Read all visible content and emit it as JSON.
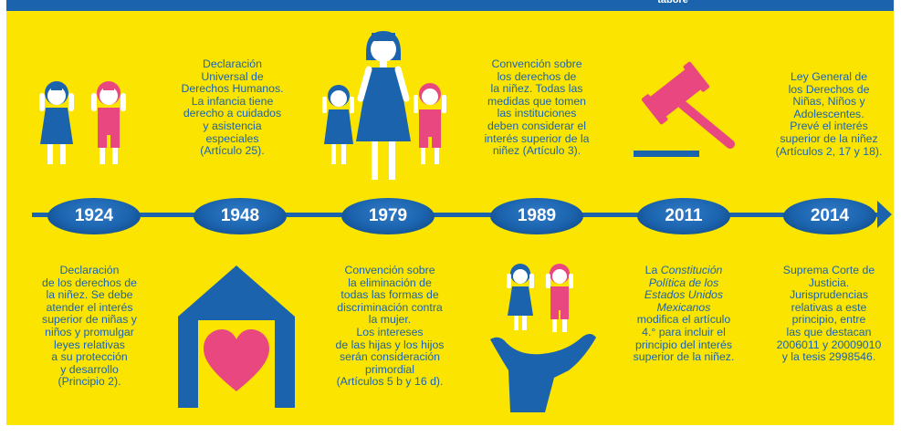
{
  "header": {
    "partial_text": "tabore"
  },
  "colors": {
    "background": "#fbe400",
    "blue": "#1b63ad",
    "pink": "#e9477f",
    "white": "#ffffff"
  },
  "timeline": {
    "years": [
      "1924",
      "1948",
      "1979",
      "1989",
      "2011",
      "2014"
    ],
    "top_texts": {
      "1948": [
        "Declaración",
        "Universal de",
        "Derechos Humanos.",
        "La infancia tiene",
        "derecho a cuidados",
        "y asistencia",
        "especiales",
        "(Artículo 25)."
      ],
      "1989": [
        "Convención sobre",
        "los derechos de",
        "la niñez. Todas las",
        "medidas que tomen",
        "las instituciones",
        "deben considerar el",
        "interés superior de la",
        "niñez (Artículo 3)."
      ],
      "2014": [
        "Ley General de",
        "los Derechos de",
        "Niñas, Niños y",
        "Adolescentes.",
        "Prevé el interés",
        "superior de la niñez",
        "(Artículos 2, 17 y 18)."
      ]
    },
    "bottom_texts": {
      "1924": [
        "Declaración",
        "de los derechos de",
        "la niñez. Se debe",
        "atender el interés",
        "superior de niñas y",
        "niños y promulgar",
        "leyes relativas",
        "a su protección",
        "y desarrollo",
        "(Principio 2)."
      ],
      "1979": [
        "Convención sobre",
        "la eliminación de",
        "todas las formas de",
        "discriminación contra",
        "la mujer.",
        "Los intereses",
        "de las hijas y los hijos",
        "serán consideración",
        "primordial",
        "(Artículos 5 b y 16 d)."
      ],
      "2011": {
        "prefix": "La",
        "italic": [
          "Constitución",
          "Política de los",
          "Estados Unidos",
          "Mexicanos"
        ],
        "rest": [
          "modifica el artículo",
          "4.° para incluir el",
          "principio del interés",
          "superior de la niñez."
        ]
      },
      "2014": [
        "Suprema Corte de",
        "Justicia.",
        "Jurisprudencias",
        "relativas a este",
        "principio, entre",
        "las que destacan",
        "2006011 y 20009010",
        "y la tesis 2998546."
      ]
    }
  },
  "icons": [
    "children-icon",
    "family-icon",
    "gavel-icon",
    "house-heart-icon",
    "hand-children-icon"
  ]
}
